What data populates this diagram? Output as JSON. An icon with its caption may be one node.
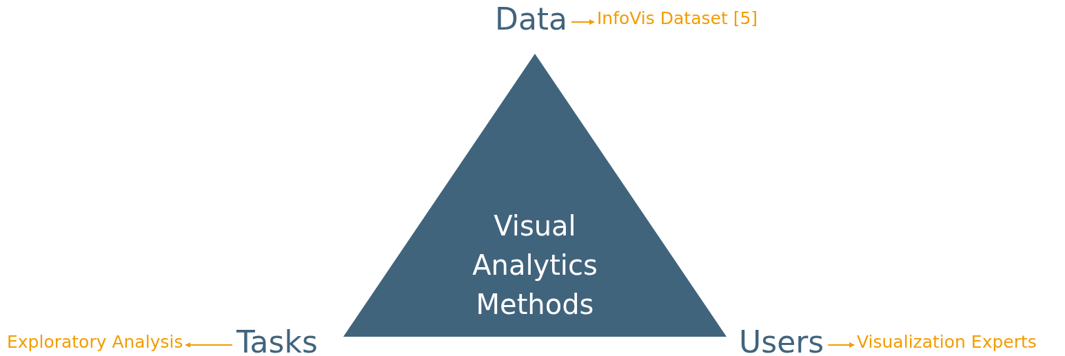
{
  "diagram": {
    "nodes": [
      {
        "text": [
          "Visual Analytics Methods"
        ]
      },
      {
        "text": [
          "Data"
        ]
      },
      {
        "text": [
          "InfoVis Dataset [5]"
        ]
      },
      {
        "text": [
          "Tasks"
        ]
      },
      {
        "text": [
          "Exploratory Analysis"
        ]
      },
      {
        "text": [
          "Users"
        ]
      },
      {
        "text": [
          "Visualization Experts"
        ]
      }
    ],
    "edges": [
      {
        "from": 1,
        "to": 2,
        "arrow": "to"
      },
      {
        "from": 3,
        "to": 4,
        "arrow": "to"
      },
      {
        "from": 5,
        "to": 6,
        "arrow": "to"
      }
    ]
  }
}
